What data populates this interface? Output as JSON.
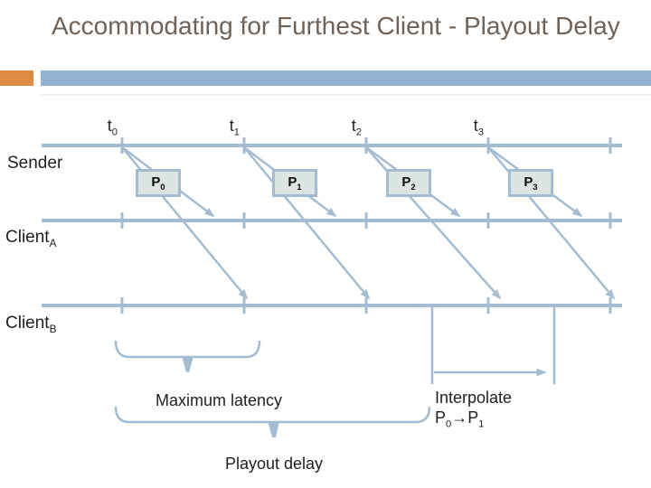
{
  "slide_title": "Accommodating for Furthest Client - Playout Delay",
  "colors": {
    "title_text": "#6F6259",
    "accent_orange": "#DF8B43",
    "accent_blue_bar": "#92B4D2",
    "diagram_line_blue": "#A4BCD2",
    "packet_box_fill": "#DCE5E2",
    "packet_box_border": "#A3BCD1",
    "diagram_text": "#1F1F1F"
  },
  "diagram": {
    "sender_label": "Sender",
    "client_a": {
      "base": "Client",
      "sub": "A"
    },
    "client_b": {
      "base": "Client",
      "sub": "B"
    },
    "time_labels": [
      {
        "base": "t",
        "sub": "0"
      },
      {
        "base": "t",
        "sub": "1"
      },
      {
        "base": "t",
        "sub": "2"
      },
      {
        "base": "t",
        "sub": "3"
      }
    ],
    "packets": [
      {
        "base": "P",
        "sub": "0"
      },
      {
        "base": "P",
        "sub": "1"
      },
      {
        "base": "P",
        "sub": "2"
      },
      {
        "base": "P",
        "sub": "3"
      }
    ],
    "annotations": {
      "maximum_latency": "Maximum latency",
      "playout_delay": "Playout delay",
      "interpolate": "Interpolate",
      "interpolate_from": {
        "base": "P",
        "sub": "0"
      },
      "interpolate_arrow": "→",
      "interpolate_to": {
        "base": "P",
        "sub": "1"
      }
    }
  }
}
